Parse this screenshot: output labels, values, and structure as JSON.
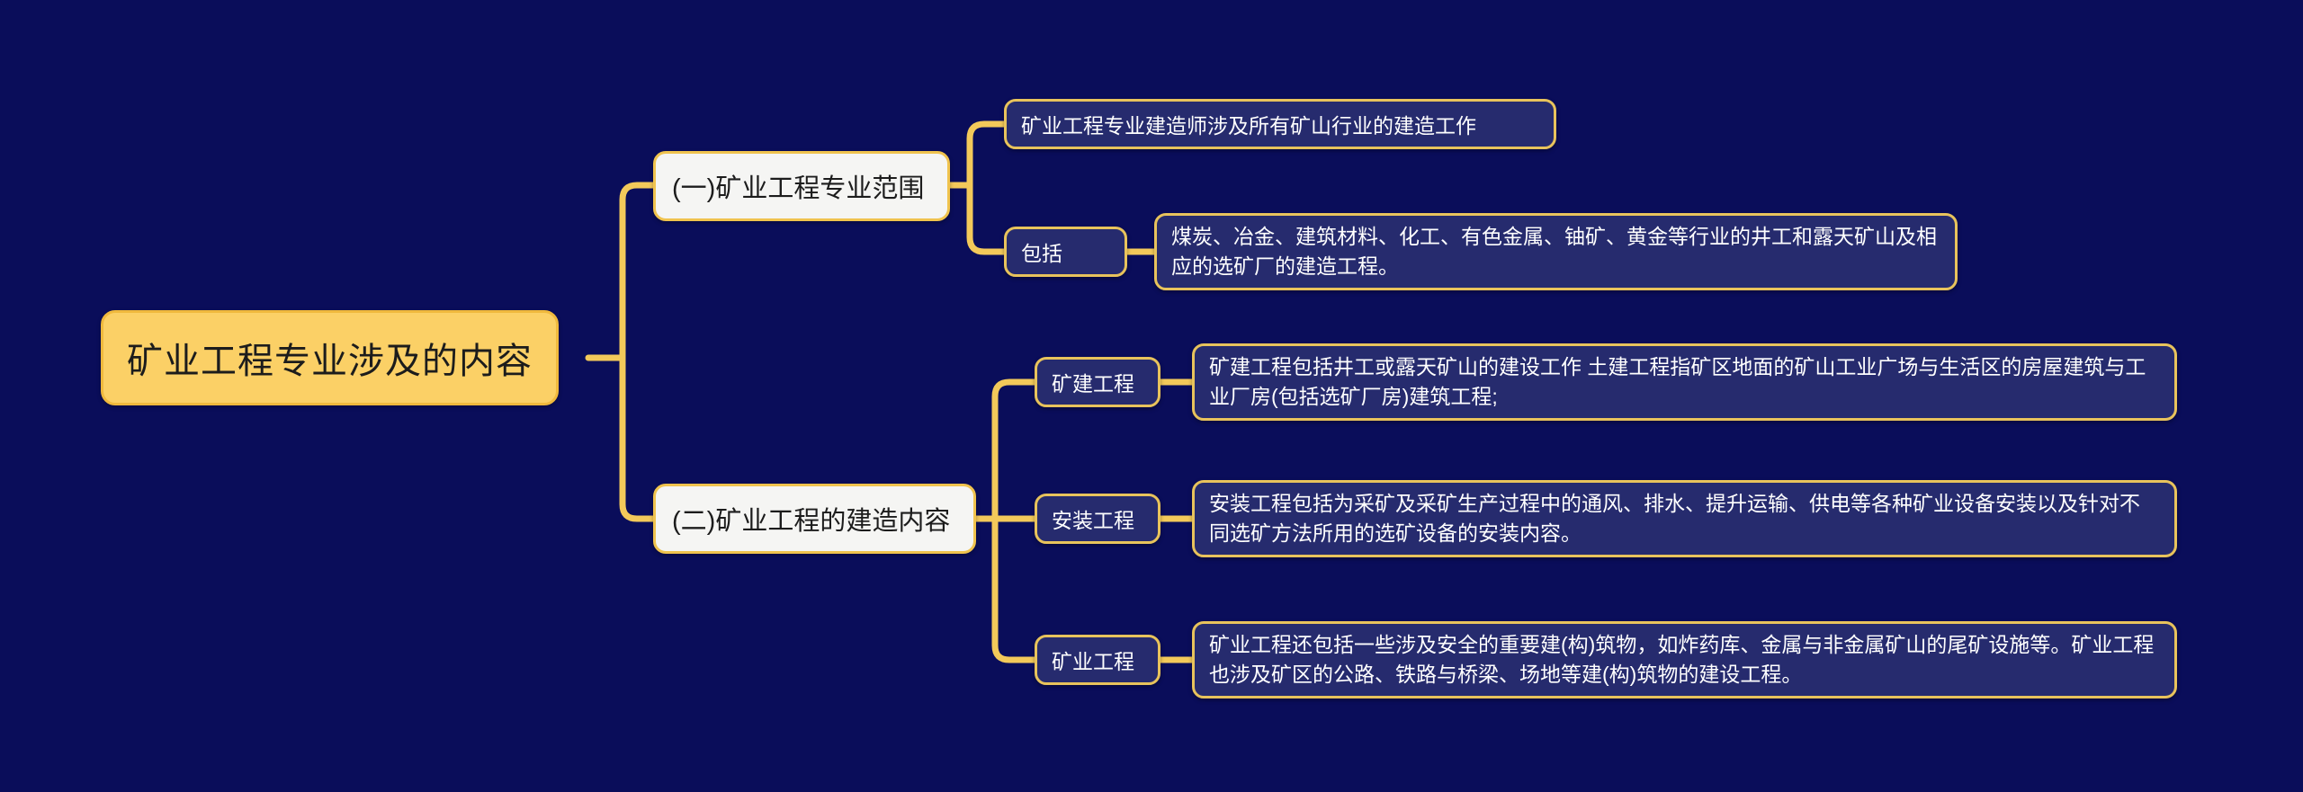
{
  "theme": {
    "background": "#0a0d5a",
    "root_fill": "#fbd066",
    "root_border": "#f0b93d",
    "branch_fill": "#f5f5f3",
    "branch_border": "#f0c34e",
    "leaf_fill": "#262b6e",
    "leaf_border": "#e8c35c",
    "connector": "#f3c95a",
    "root_text": "#1c1c1c",
    "leaf_text": "#ffffff"
  },
  "mindmap": {
    "type": "mindmap",
    "title": "矿业工程专业涉及的内容",
    "root": {
      "label": "矿业工程专业涉及的内容"
    },
    "branches": [
      {
        "label": "(一)矿业工程专业范围",
        "children": [
          {
            "label": "矿业工程专业建造师涉及所有矿山行业的建造工作",
            "children": []
          },
          {
            "label": "包括",
            "children": [
              {
                "label": "煤炭、冶金、建筑材料、化工、有色金属、铀矿、黄金等行业的井工和露天矿山及相应的选矿厂的建造工程。"
              }
            ]
          }
        ]
      },
      {
        "label": "(二)矿业工程的建造内容",
        "children": [
          {
            "label": "矿建工程",
            "children": [
              {
                "label": "矿建工程包括井工或露天矿山的建设工作 土建工程指矿区地面的矿山工业广场与生活区的房屋建筑与工业厂房(包括选矿厂房)建筑工程;"
              }
            ]
          },
          {
            "label": "安装工程",
            "children": [
              {
                "label": "安装工程包括为采矿及采矿生产过程中的通风、排水、提升运输、供电等各种矿业设备安装以及针对不同选矿方法所用的选矿设备的安装内容。"
              }
            ]
          },
          {
            "label": "矿业工程",
            "children": [
              {
                "label": "矿业工程还包括一些涉及安全的重要建(构)筑物，如炸药库、金属与非金属矿山的尾矿设施等。矿业工程也涉及矿区的公路、铁路与桥梁、场地等建(构)筑物的建设工程。"
              }
            ]
          }
        ]
      }
    ]
  }
}
